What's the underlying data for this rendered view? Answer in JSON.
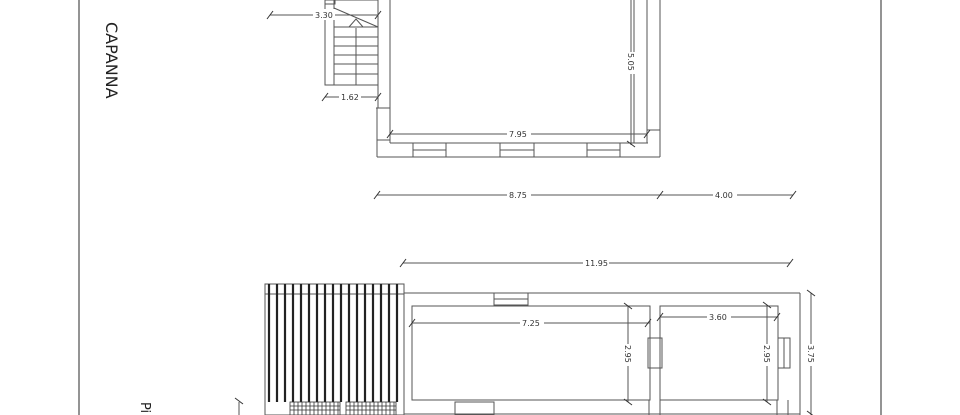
{
  "drawing": {
    "title": "CAPANNA",
    "bottom_label_partial": "Pi",
    "line_color": "#555555",
    "background": "#ffffff"
  },
  "upper_plan": {
    "stair": {
      "width_dim": "3.30",
      "depth_dim": "1.62"
    },
    "room": {
      "width_dim": "7.95",
      "height_dim": "5.05"
    },
    "overall": {
      "left_dim": "8.75",
      "right_dim": "4.00"
    }
  },
  "lower_plan": {
    "overall_width_dim": "11.95",
    "room_left": {
      "width_dim": "7.25",
      "height_dim": "2.95"
    },
    "room_right": {
      "width_dim": "3.60",
      "height_dim": "2.95"
    },
    "overall_height_dim": "3.75"
  }
}
